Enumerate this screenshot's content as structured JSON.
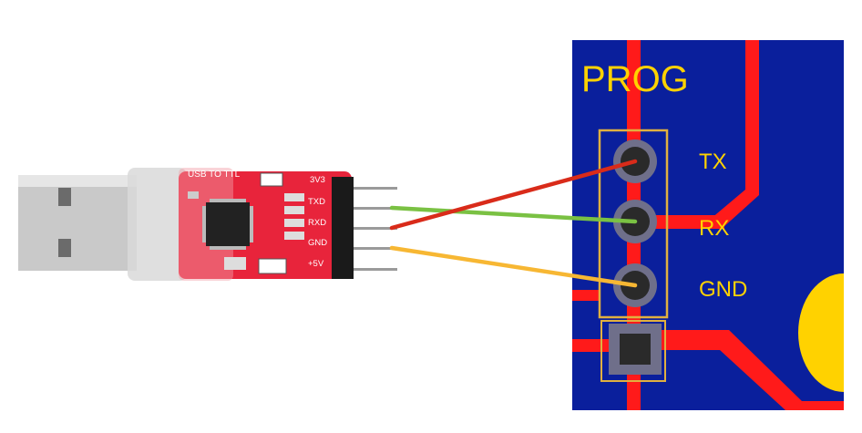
{
  "colors": {
    "pcb_board": "#0a1f9c",
    "pcb_trace": "#ff1a1a",
    "silkscreen_yellow": "#ffd200",
    "outline_gold": "#e0b040",
    "module_red": "#e8243b",
    "wire_tx": "#d92b1a",
    "wire_rx": "#7ac143",
    "wire_gnd": "#f7b733",
    "pin_black": "#1a1a1a",
    "usb_metal": "#c9c9c9"
  },
  "icons": {
    "usb_plug": "usb-plug-icon",
    "chip": "chip-icon",
    "header_pin": "header-pin-icon"
  },
  "module": {
    "title": "USB TO TTL",
    "pins": [
      {
        "key": "v33",
        "label": "3V3"
      },
      {
        "key": "txd",
        "label": "TXD"
      },
      {
        "key": "rxd",
        "label": "RXD"
      },
      {
        "key": "gnd",
        "label": "GND"
      },
      {
        "key": "v5",
        "label": "+5V"
      }
    ]
  },
  "pcb": {
    "title": "PROG",
    "pads": [
      {
        "key": "tx",
        "label": "TX"
      },
      {
        "key": "rx",
        "label": "RX"
      },
      {
        "key": "gnd",
        "label": "GND"
      }
    ]
  },
  "wires": [
    {
      "from": "TXD",
      "to": "RX",
      "color": "#7ac143"
    },
    {
      "from": "RXD",
      "to": "TX",
      "color": "#d92b1a"
    },
    {
      "from": "GND",
      "to": "GND",
      "color": "#f7b733"
    }
  ]
}
